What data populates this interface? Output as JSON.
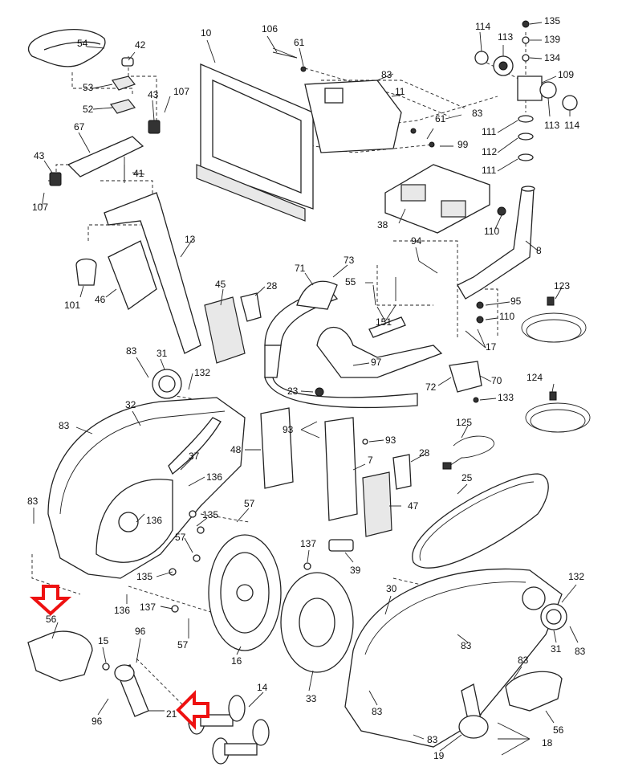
{
  "part_labels": [
    "54",
    "42",
    "53",
    "43",
    "107",
    "52",
    "67",
    "43",
    "41",
    "107",
    "10",
    "106",
    "61",
    "83",
    "11",
    "83",
    "61",
    "99",
    "114",
    "113",
    "135",
    "139",
    "134",
    "109",
    "113",
    "114",
    "111",
    "112",
    "111",
    "38",
    "110",
    "8",
    "13",
    "101",
    "46",
    "45",
    "28",
    "71",
    "73",
    "55",
    "94",
    "151",
    "95",
    "110",
    "17",
    "97",
    "123",
    "83",
    "31",
    "132",
    "23",
    "72",
    "70",
    "133",
    "124",
    "32",
    "83",
    "37",
    "48",
    "93",
    "93",
    "7",
    "28",
    "125",
    "136",
    "136",
    "83",
    "135",
    "57",
    "57",
    "137",
    "39",
    "47",
    "25",
    "135",
    "136",
    "137",
    "56",
    "15",
    "96",
    "57",
    "16",
    "33",
    "30",
    "132",
    "31",
    "83",
    "83",
    "83",
    "83",
    "96",
    "21",
    "14",
    "56",
    "19",
    "18",
    "83"
  ],
  "colors": {
    "highlight_arrow": "#e11111"
  },
  "highlighted_part": "56",
  "arrows": [
    {
      "direction": "down",
      "points_to": "56"
    },
    {
      "direction": "left",
      "points_to": "21"
    }
  ]
}
